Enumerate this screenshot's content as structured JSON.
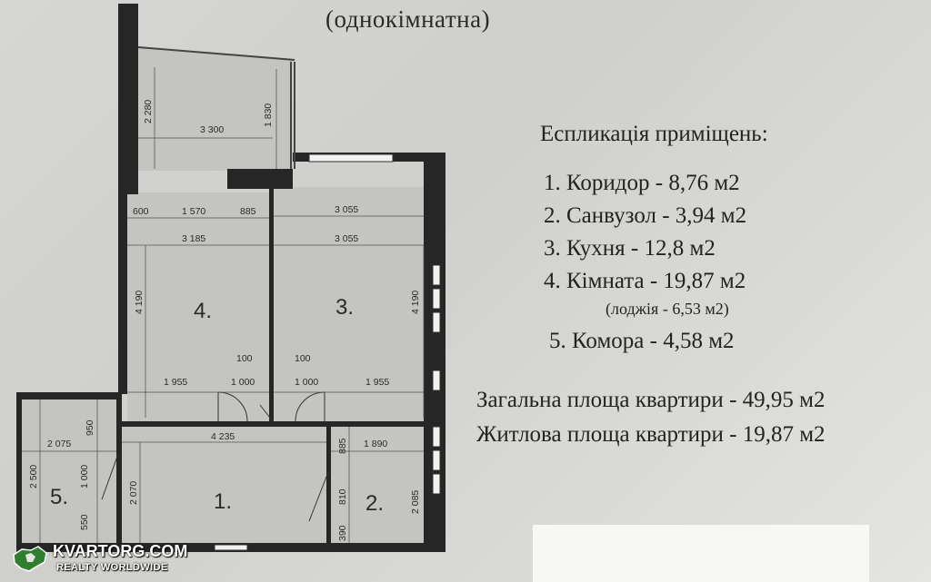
{
  "page": {
    "subtitle": "(однокімнатна)"
  },
  "legend": {
    "header": "Еспликація приміщень:",
    "items": [
      "1. Коридор - 8,76 м2",
      "2. Санвузол - 3,94 м2",
      "3. Кухня - 12,8 м2",
      "4. Кімната - 19,87 м2",
      "(лоджія - 6,53 м2)",
      "5. Комора - 4,58 м2"
    ],
    "total_area": "Загальна площа квартири - 49,95 м2",
    "living_area": "Житлова площа квартири - 19,87 м2"
  },
  "plan": {
    "room_numbers": [
      "1.",
      "2.",
      "3.",
      "4.",
      "5."
    ],
    "dimensions": [
      "2 280",
      "3 300",
      "1 830",
      "600",
      "1 570",
      "885",
      "3 055",
      "3 185",
      "3 055",
      "4 190",
      "4 190",
      "100",
      "100",
      "1 955",
      "1 000",
      "1 000",
      "1 955",
      "2 075",
      "950",
      "4 235",
      "1 890",
      "2 500",
      "1 000",
      "2 070",
      "885",
      "810",
      "2 085",
      "550",
      "390"
    ]
  },
  "watermark": {
    "brand": "KVARTORG.COM",
    "tagline": "REALTY WORLDWIDE"
  }
}
